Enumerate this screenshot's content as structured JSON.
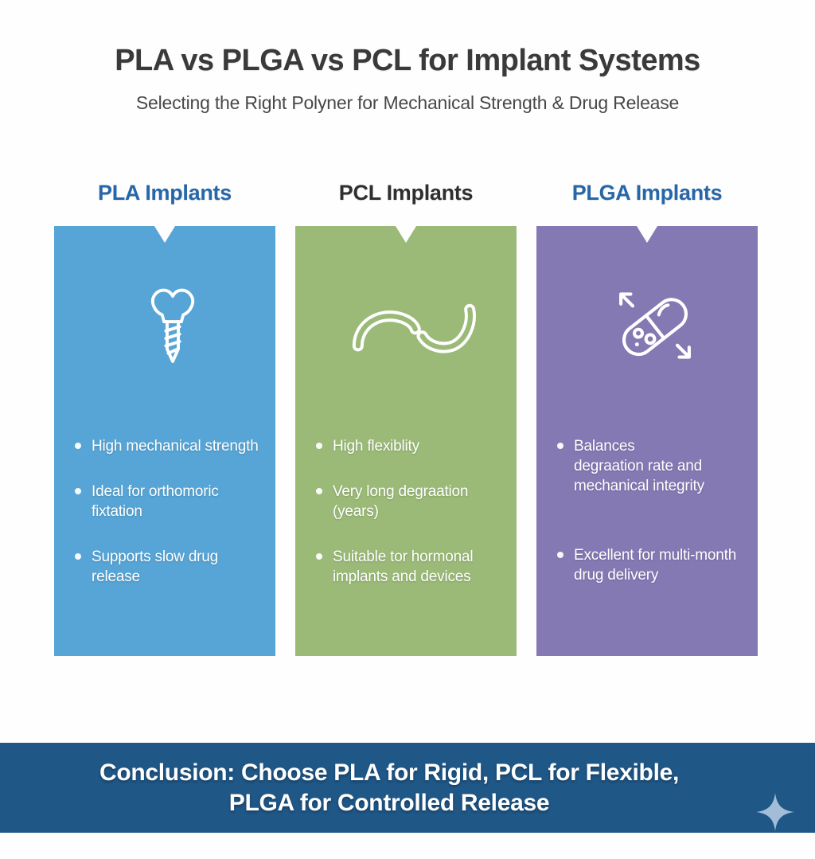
{
  "page": {
    "title": "PLA vs PLGA vs PCL for Implant Systems",
    "subtitle": "Selecting the Right Polyner for Mechanical Strength & Drug Release"
  },
  "colors": {
    "card_blue": "#57a5d6",
    "card_green": "#9bba78",
    "card_purple": "#8579b4",
    "header_blue": "#2767a9",
    "header_dark": "#2f2f2f",
    "bar_blue": "#1f5787",
    "sparkle": "#a3bdd9",
    "icon_stroke": "#ffffff"
  },
  "columns": [
    {
      "header": "PLA Implants",
      "icon": "bone-screw-implant-icon",
      "bullets": [
        "High mechanical strength",
        "Ideal for orthomoric\nfixtation",
        "Supports slow drug release"
      ]
    },
    {
      "header": "PCL Implants",
      "icon": "flexible-polymer-icon",
      "bullets": [
        "High flexiblity",
        "Very long degraation\n(years)",
        "Suitable tor hormonal\nimplants and devices"
      ]
    },
    {
      "header": "PLGA Implants",
      "icon": "capsule-release-icon",
      "bullets": [
        "Balances\ndegraation rate and\nmechanical integrity",
        "Excellent for multi-month\ndrug delivery"
      ]
    }
  ],
  "conclusion": {
    "line1": "Conclusion: Choose PLA for Rigid, PCL for Flexible,",
    "line2": "PLGA for Controlled Release"
  }
}
